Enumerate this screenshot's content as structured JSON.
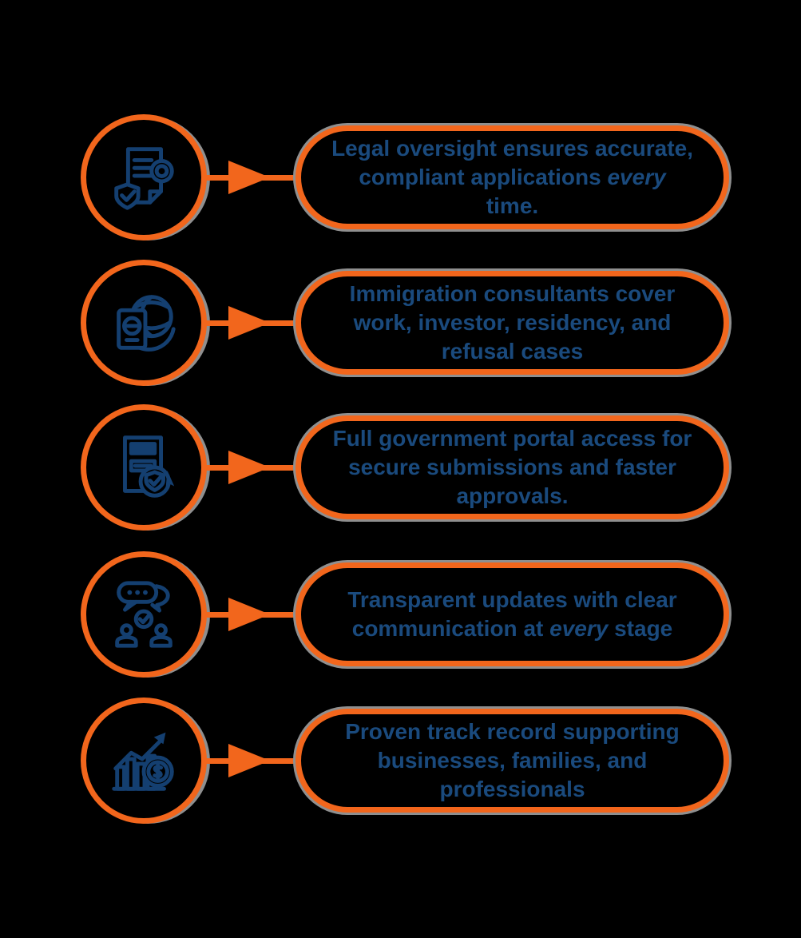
{
  "colors": {
    "accent_orange": "#F2661C",
    "navy_text": "#1A4A7D",
    "icon_navy": "#143F70",
    "shadow_gray": "#8F8F8F",
    "background": "#000000"
  },
  "rows": [
    {
      "icon": "compliant-document",
      "lines": {
        "l1": "Legal oversight ensures accurate,",
        "l2_prefix": "compliant applications",
        "l2_em": "every",
        "l3": "time."
      }
    },
    {
      "icon": "passport-globe",
      "lines": {
        "l1": "Immigration consultants cover",
        "l2": "work, investor, residency, and",
        "l3": "refusal cases"
      }
    },
    {
      "icon": "portal-access",
      "lines": {
        "l1": "Full government portal access for",
        "l2": "secure submissions and faster",
        "l3": "approvals."
      }
    },
    {
      "icon": "communication",
      "lines": {
        "l1": "Transparent updates with clear",
        "l2_prefix": "communication at",
        "l2_em": "every",
        "l2_suffix": "stage"
      }
    },
    {
      "icon": "growth-track-record",
      "lines": {
        "l1": "Proven track record supporting",
        "l2": "businesses, families, and",
        "l3": "professionals"
      }
    }
  ]
}
